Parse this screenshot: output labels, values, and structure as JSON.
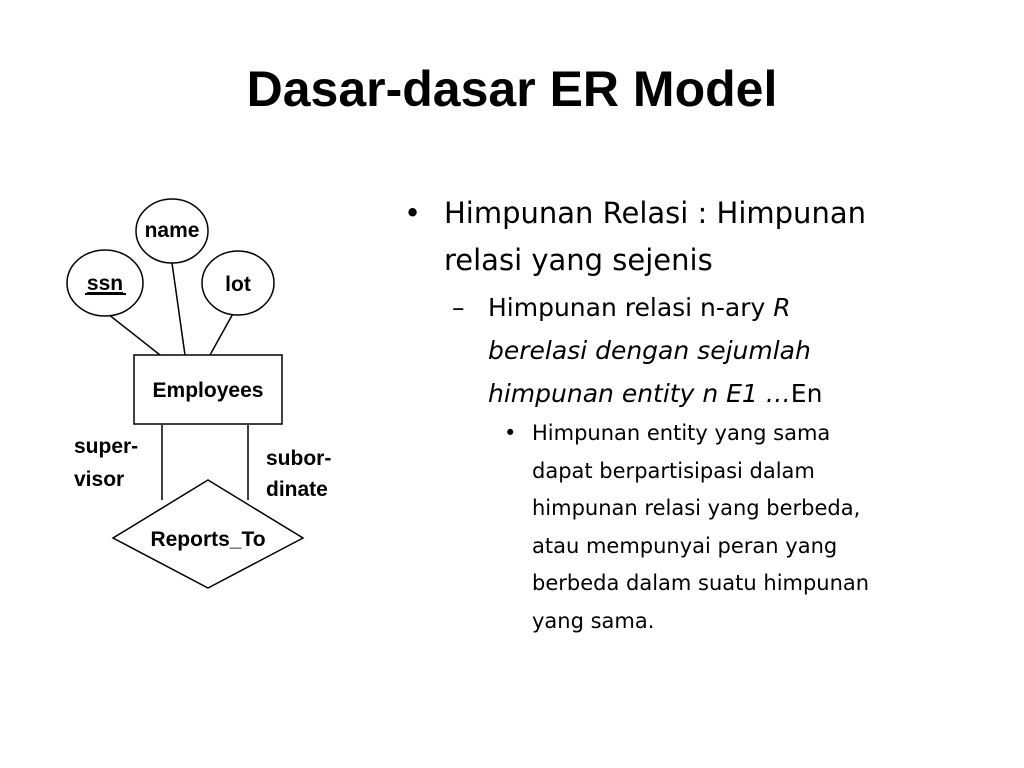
{
  "slide": {
    "title": "Dasar-dasar ER Model"
  },
  "diagram": {
    "attributes": {
      "ssn": "ssn",
      "name": "name",
      "lot": "lot"
    },
    "entity": "Employees",
    "relationship": "Reports_To",
    "roles": {
      "left_line1": "super-",
      "left_line2": "visor",
      "right_line1": "subor-",
      "right_line2": "dinate"
    }
  },
  "bullets": {
    "l1_line1": "Himpunan Relasi : Himpunan",
    "l1_line2": "relasi yang sejenis",
    "l2_line1_normal": "Himpunan relasi n-ary ",
    "l2_line1_italic": "R",
    "l2_line2_italic": "berelasi dengan sejumlah",
    "l2_line3_italic": "himpunan entity n E1 …",
    "l2_line3_normal": "En",
    "l3_lines": [
      "Himpunan entity yang sama",
      "dapat berpartisipasi dalam",
      "himpunan relasi yang berbeda,",
      "atau mempunyai peran yang",
      "berbeda dalam suatu himpunan",
      "yang sama."
    ]
  },
  "markers": {
    "bullet": "•",
    "dash": "–"
  }
}
